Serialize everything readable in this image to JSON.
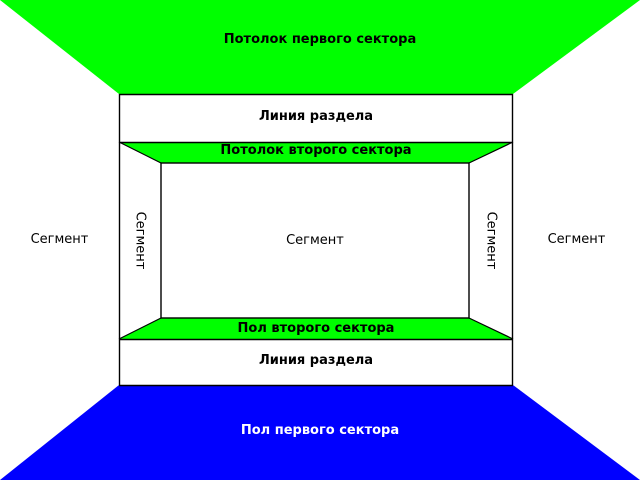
{
  "diagram": {
    "title_hidden": "",
    "colors": {
      "ceiling_green": "#00FF00",
      "floor_blue": "#0000FF",
      "stroke": "#000000",
      "background": "#FFFFFF",
      "label_light": "#FFFFFF"
    },
    "labels": {
      "ceiling_sector_one": "Потолок первого сектора",
      "divider_top": "Линия раздела",
      "ceiling_sector_two": "Потолок второго сектора",
      "segment_left_outer": "Сегмент",
      "segment_left_inner": "Сегмент",
      "segment_center": "Сегмент",
      "segment_right_inner": "Сегмент",
      "segment_right_outer": "Сегмент",
      "floor_sector_two": "Пол второго сектора",
      "divider_bottom": "Линия раздела",
      "floor_sector_one": "Пол первого сектора"
    }
  }
}
